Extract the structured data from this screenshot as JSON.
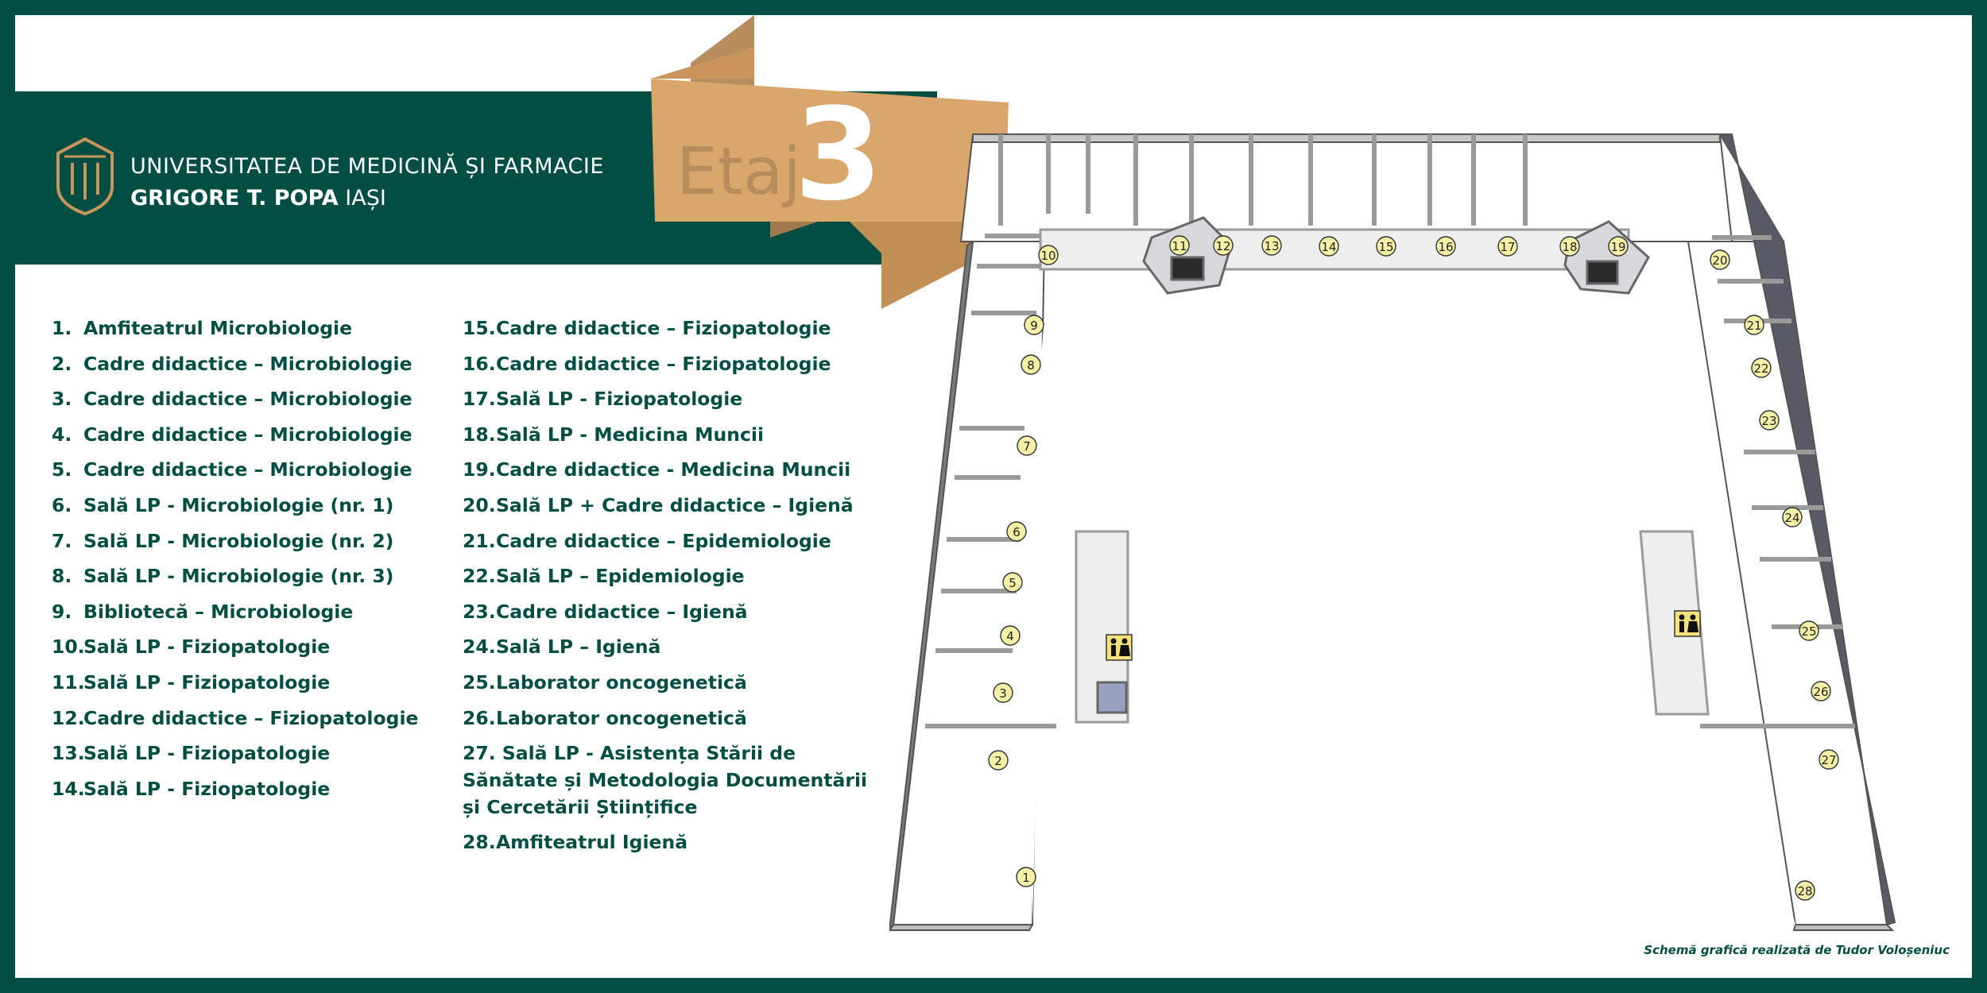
{
  "header": {
    "university_line1": "UNIVERSITATEA DE MEDICINĂ ȘI FARMACIE",
    "university_line2_bold": "GRIGORE T. POPA",
    "university_line2_rest": "IAȘI",
    "floor_word": "Etaj",
    "floor_number": "3"
  },
  "legend_col1": [
    {
      "num": "1.",
      "label": "Amfiteatrul Microbiologie"
    },
    {
      "num": "2.",
      "label": "Cadre didactice – Microbiologie"
    },
    {
      "num": "3.",
      "label": "Cadre didactice – Microbiologie"
    },
    {
      "num": "4.",
      "label": "Cadre didactice – Microbiologie"
    },
    {
      "num": "5.",
      "label": "Cadre didactice – Microbiologie"
    },
    {
      "num": "6.",
      "label": "Sală LP - Microbiologie (nr. 1)"
    },
    {
      "num": "7.",
      "label": "Sală LP - Microbiologie (nr. 2)"
    },
    {
      "num": "8.",
      "label": "Sală LP - Microbiologie (nr. 3)"
    },
    {
      "num": "9.",
      "label": "Bibliotecă – Microbiologie"
    },
    {
      "num": "10.",
      "label": "Sală LP  - Fiziopatologie"
    },
    {
      "num": "11.",
      "label": "Sală LP  - Fiziopatologie"
    },
    {
      "num": "12.",
      "label": "Cadre didactice – Fiziopatologie"
    },
    {
      "num": "13.",
      "label": "Sală LP  - Fiziopatologie"
    },
    {
      "num": "14.",
      "label": "Sală LP  - Fiziopatologie"
    }
  ],
  "legend_col2": [
    {
      "num": "15.",
      "label": "Cadre didactice – Fiziopatologie"
    },
    {
      "num": "16.",
      "label": "Cadre didactice – Fiziopatologie"
    },
    {
      "num": "17.",
      "label": "Sală LP  - Fiziopatologie"
    },
    {
      "num": "18.",
      "label": "Sală LP - Medicina Muncii"
    },
    {
      "num": "19.",
      "label": "Cadre didactice - Medicina Muncii"
    },
    {
      "num": "20.",
      "label": "Sală LP + Cadre didactice – Igienă"
    },
    {
      "num": "21.",
      "label": "Cadre didactice – Epidemiologie"
    },
    {
      "num": "22.",
      "label": "Sală LP – Epidemiologie"
    },
    {
      "num": "23.",
      "label": "Cadre didactice – Igienă"
    },
    {
      "num": "24.",
      "label": "Sală LP – Igienă"
    },
    {
      "num": "25.",
      "label": "Laborator oncogenetică"
    },
    {
      "num": "26.",
      "label": "Laborator oncogenetică"
    },
    {
      "num": "27.",
      "label": "Sală LP - Asistența Stării de Sănătate și Metodologia Documentării și Cercetării Științifice"
    },
    {
      "num": "28.",
      "label": "Amfiteatrul Igienă"
    }
  ],
  "map": {
    "markers": [
      "1",
      "2",
      "3",
      "4",
      "5",
      "6",
      "7",
      "8",
      "9",
      "10",
      "11",
      "12",
      "13",
      "14",
      "15",
      "16",
      "17",
      "18",
      "19",
      "20",
      "21",
      "22",
      "23",
      "24",
      "25",
      "26",
      "27",
      "28"
    ],
    "icons": [
      "restroom-icon",
      "restroom-icon",
      "stairs-icon",
      "stairs-icon",
      "stairs-icon"
    ]
  },
  "credit": "Schemă grafică realizată de Tudor Voloșeniuc",
  "colors": {
    "brand_green": "#034e43",
    "ribbon_tan": "#d9a76c",
    "marker_yellow": "#f4f1a6"
  }
}
